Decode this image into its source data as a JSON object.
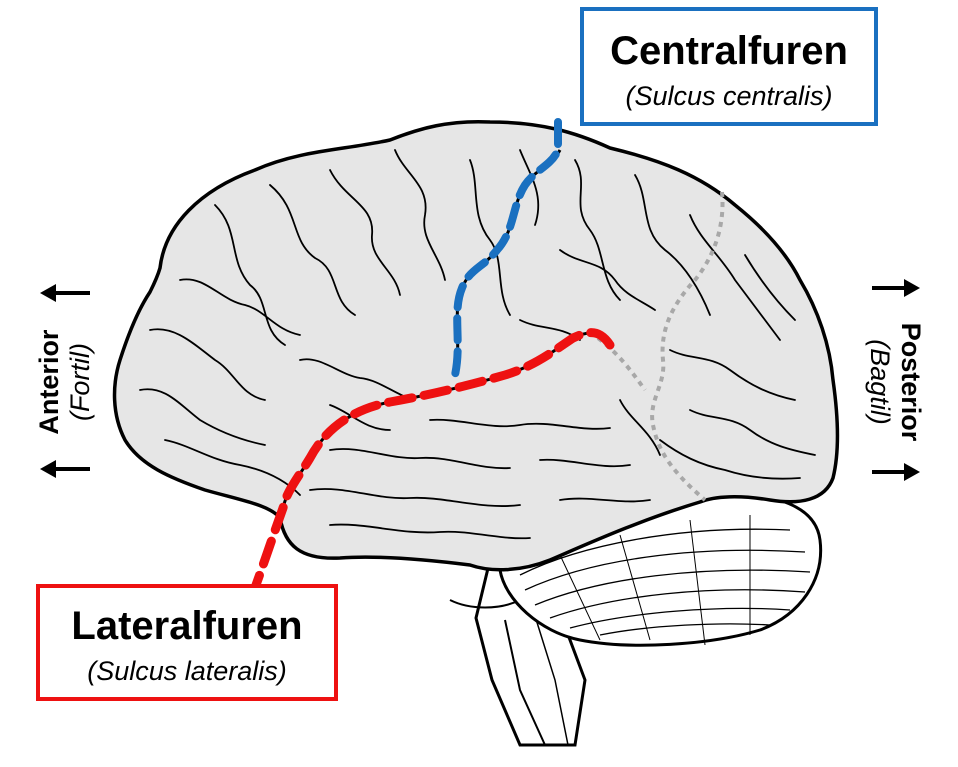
{
  "labels": {
    "central": {
      "main": "Centralfuren",
      "sub": "(Sulcus centralis)"
    },
    "lateral": {
      "main": "Lateralfuren",
      "sub": "(Sulcus lateralis)"
    },
    "anterior": {
      "main": "Anterior",
      "sub": "(Fortil)"
    },
    "posterior": {
      "main": "Posterior",
      "sub": "(Bagtil)"
    }
  },
  "colors": {
    "central_sulcus": "#1a70c0",
    "lateral_sulcus": "#ee1111",
    "parieto_occipital_line": "#a8a8a8",
    "brain_fill": "#e6e6e6",
    "outline": "#000000"
  },
  "icons": [
    "arrow-up-icon",
    "arrow-down-icon"
  ]
}
